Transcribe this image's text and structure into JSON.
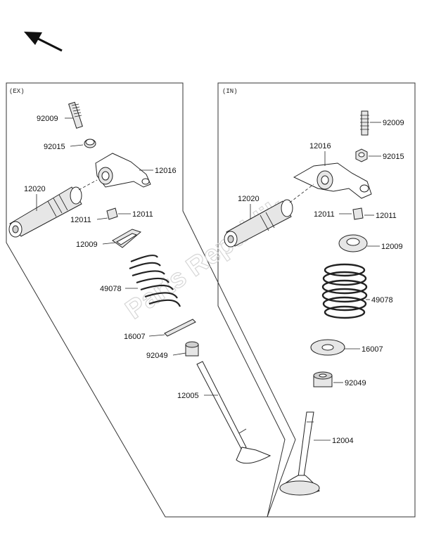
{
  "sections": {
    "exhaust": "(EX)",
    "intake": "(IN)"
  },
  "watermark": "Parts Republik",
  "labels": {
    "ex_92009": "92009",
    "ex_92015": "92015",
    "ex_12016": "12016",
    "ex_12020": "12020",
    "ex_12011_left": "12011",
    "ex_12011_right": "12011",
    "ex_12009": "12009",
    "ex_49078": "49078",
    "ex_16007": "16007",
    "ex_92049": "92049",
    "ex_12005": "12005",
    "in_92009": "92009",
    "in_12016": "12016",
    "in_92015": "92015",
    "in_12020": "12020",
    "in_12011_left": "12011",
    "in_12011_right": "12011",
    "in_12009": "12009",
    "in_49078": "49078",
    "in_16007": "16007",
    "in_92049": "92049",
    "in_12004": "12004"
  },
  "icons": {
    "orientation": "arrow-up-left-icon"
  }
}
